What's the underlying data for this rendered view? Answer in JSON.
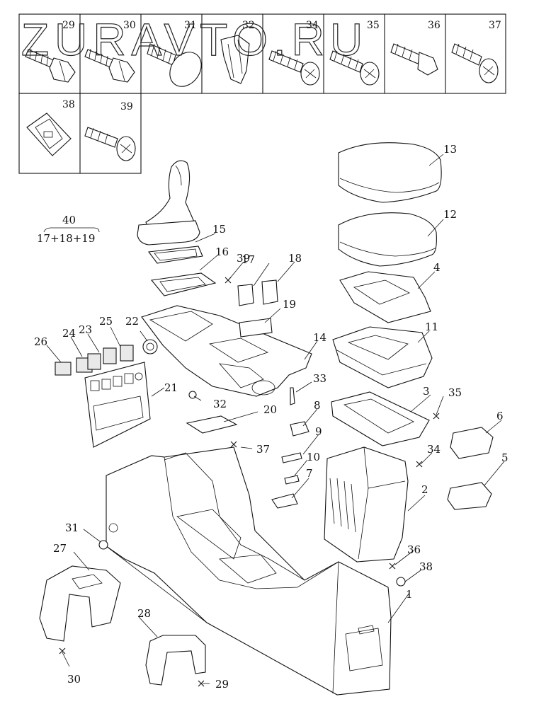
{
  "watermark": "ZURAVTO.RU",
  "fastener_cells_row1": [
    "29",
    "30",
    "31",
    "32",
    "34",
    "35",
    "36",
    "37"
  ],
  "fastener_cells_row2": [
    "38",
    "39"
  ],
  "kit_label": {
    "number": "40",
    "formula": "17+18+19"
  },
  "callouts": {
    "c1": "1",
    "c2": "2",
    "c3": "3",
    "c4": "4",
    "c5": "5",
    "c6": "6",
    "c7": "7",
    "c8": "8",
    "c9": "9",
    "c10": "10",
    "c11": "11",
    "c12": "12",
    "c13": "13",
    "c14": "14",
    "c15": "15",
    "c16": "16",
    "c17": "17",
    "c18": "18",
    "c19": "19",
    "c20": "20",
    "c21": "21",
    "c22": "22",
    "c23": "23",
    "c24": "24",
    "c25": "25",
    "c26": "26",
    "c27": "27",
    "c28": "28",
    "c29": "29",
    "c30": "30",
    "c31": "31",
    "c32": "32",
    "c33": "33",
    "c34": "34",
    "c35": "35",
    "c36": "36",
    "c37": "37",
    "c38": "38",
    "c39": "39"
  }
}
